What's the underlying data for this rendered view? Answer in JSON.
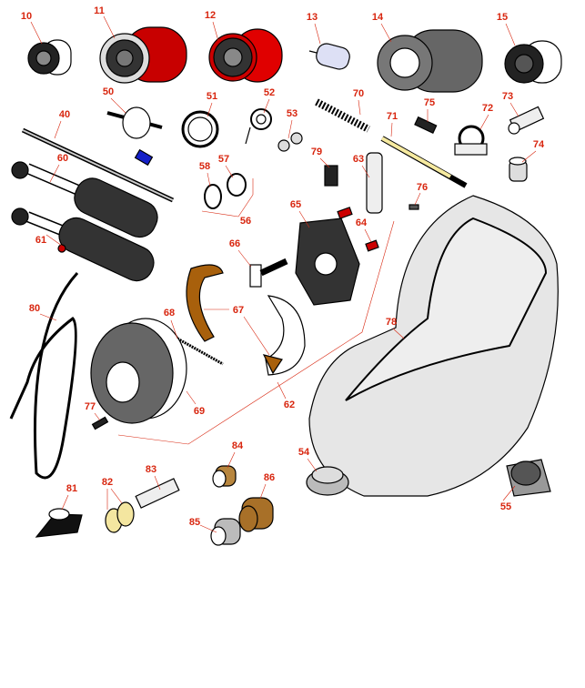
{
  "diagram": {
    "type": "exploded parts diagram",
    "accent_color": "#d8260f",
    "labels": [
      "10",
      "11",
      "12",
      "13",
      "14",
      "15",
      "50",
      "51",
      "52",
      "70",
      "75",
      "73",
      "72",
      "40",
      "53",
      "71",
      "74",
      "60",
      "79",
      "63",
      "58",
      "57",
      "76",
      "65",
      "56",
      "64",
      "61",
      "66",
      "80",
      "68",
      "67",
      "78",
      "69",
      "62",
      "77",
      "84",
      "54",
      "83",
      "86",
      "81",
      "82",
      "55",
      "85"
    ]
  }
}
